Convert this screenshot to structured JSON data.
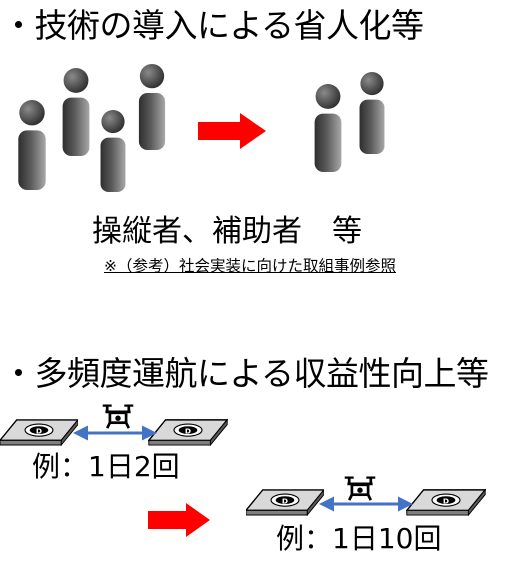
{
  "section1": {
    "heading": "・技術の導入による省人化等",
    "roles": "操縦者、補助者　等",
    "note": "※（参考）社会実装に向けた取組事例参照"
  },
  "section2": {
    "heading": "・多頻度運航による収益性向上等",
    "example_before": "例：1日2回",
    "example_after": "例：1日10回"
  },
  "colors": {
    "arrow_red": "#ff0000",
    "link_blue": "#4472c4",
    "person_dark": "#3a3a3a",
    "person_light": "#9a9a9a"
  }
}
